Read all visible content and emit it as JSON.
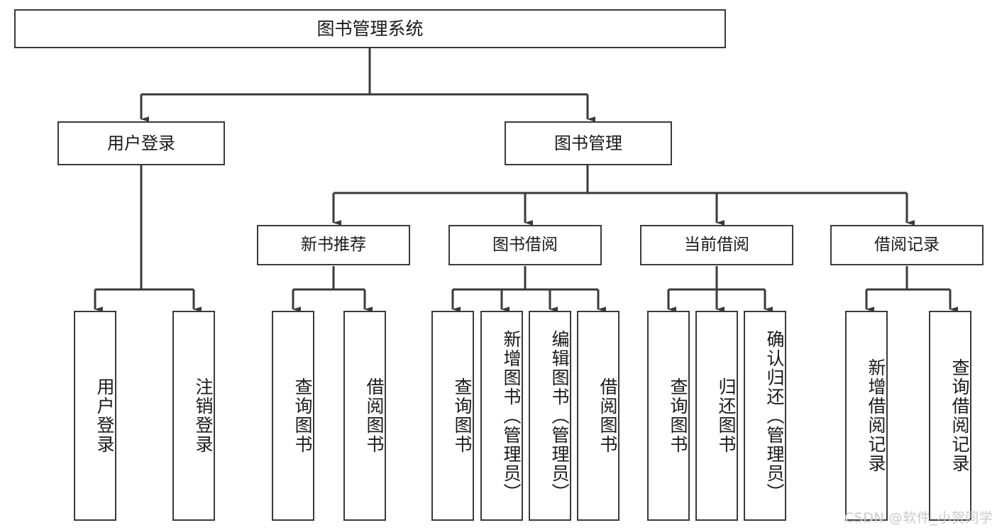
{
  "diagram": {
    "title": "图书管理系统",
    "root": {
      "label": "图书管理系统"
    },
    "level2": [
      {
        "label": "用户登录"
      },
      {
        "label": "图书管理"
      }
    ],
    "level3": [
      {
        "label": "新书推荐"
      },
      {
        "label": "图书借阅"
      },
      {
        "label": "当前借阅"
      },
      {
        "label": "借阅记录"
      }
    ],
    "leaves": [
      {
        "label": "用户登录"
      },
      {
        "label": "注销登录"
      },
      {
        "label": "查询图书"
      },
      {
        "label": "借阅图书"
      },
      {
        "label": "查询图书"
      },
      {
        "label": "新增图书（管理员）"
      },
      {
        "label": "编辑图书（管理员）"
      },
      {
        "label": "借阅图书"
      },
      {
        "label": "查询图书"
      },
      {
        "label": "归还图书"
      },
      {
        "label": "确认归还（管理员）"
      },
      {
        "label": "新增借阅记录"
      },
      {
        "label": "查询借阅记录"
      }
    ]
  },
  "watermark": {
    "text": "CSDN @软件_小贺同学"
  },
  "colors": {
    "stroke": "#3a3a3a",
    "fill": "#ffffff",
    "text": "#1a1a1a",
    "watermark": "#c9c9c9"
  }
}
